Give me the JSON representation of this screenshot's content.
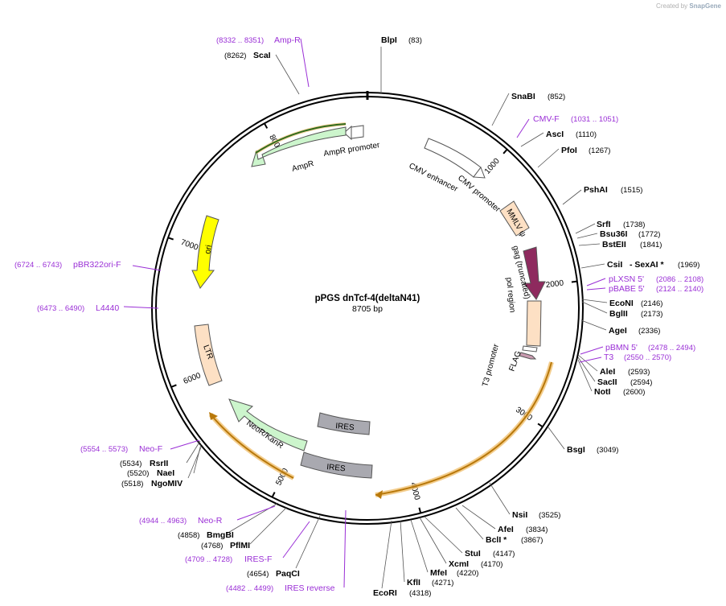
{
  "brand": {
    "prefix": "Created by",
    "name": "SnapGene"
  },
  "plasmid": {
    "name": "pPGS dnTcf-4(deltaN41)",
    "size_label": "8705 bp",
    "length": 8705
  },
  "ticks": [
    1000,
    2000,
    3000,
    4000,
    5000,
    6000,
    7000,
    8000
  ],
  "tick_labels": [
    "1000",
    "2000",
    "3000",
    "4000",
    "5000",
    "6000",
    "7000",
    "8000"
  ],
  "sites": [
    {
      "name": "BlpI",
      "pos": "(83)"
    },
    {
      "name": "SnaBI",
      "pos": "(852)"
    },
    {
      "name": "AscI",
      "pos": "(1110)"
    },
    {
      "name": "PfoI",
      "pos": "(1267)"
    },
    {
      "name": "PshAI",
      "pos": "(1515)"
    },
    {
      "name": "SrfI",
      "pos": "(1738)"
    },
    {
      "name": "Bsu36I",
      "pos": "(1772)"
    },
    {
      "name": "BstEII",
      "pos": "(1841)"
    },
    {
      "name": "CsiI",
      "pos": ""
    },
    {
      "name": "- SexAI *",
      "pos": "(1969)"
    },
    {
      "name": "EcoNI",
      "pos": "(2146)"
    },
    {
      "name": "BglII",
      "pos": "(2173)"
    },
    {
      "name": "AgeI",
      "pos": "(2336)"
    },
    {
      "name": "AleI",
      "pos": "(2593)"
    },
    {
      "name": "SacII",
      "pos": "(2594)"
    },
    {
      "name": "NotI",
      "pos": "(2600)"
    },
    {
      "name": "BsgI",
      "pos": "(3049)"
    },
    {
      "name": "NsiI",
      "pos": "(3525)"
    },
    {
      "name": "AfeI",
      "pos": "(3834)"
    },
    {
      "name": "BclI *",
      "pos": "(3867)"
    },
    {
      "name": "StuI",
      "pos": "(4147)"
    },
    {
      "name": "XcmI",
      "pos": "(4170)"
    },
    {
      "name": "MfeI",
      "pos": "(4220)"
    },
    {
      "name": "KflI",
      "pos": "(4271)"
    },
    {
      "name": "EcoRI",
      "pos": "(4318)"
    },
    {
      "name": "PaqCI",
      "pos": "(4654)"
    },
    {
      "name": "PflMI",
      "pos": "(4768)"
    },
    {
      "name": "BmgBI",
      "pos": "(4858)"
    },
    {
      "name": "NgoMIV",
      "pos": "(5518)"
    },
    {
      "name": "NaeI",
      "pos": "(5520)"
    },
    {
      "name": "RsrII",
      "pos": "(5534)"
    },
    {
      "name": "ScaI",
      "pos": "(8262)"
    }
  ],
  "primers": [
    {
      "name": "Amp-R",
      "pos": "(8332 .. 8351)"
    },
    {
      "name": "CMV-F",
      "pos": "(1031 .. 1051)"
    },
    {
      "name": "pLXSN 5'",
      "pos": "(2086 .. 2108)"
    },
    {
      "name": "pBABE 5'",
      "pos": "(2124 .. 2140)"
    },
    {
      "name": "pBMN 5'",
      "pos": "(2478 .. 2494)"
    },
    {
      "name": "T3",
      "pos": "(2550 .. 2570)"
    },
    {
      "name": "Neo-F",
      "pos": "(5554 .. 5573)"
    },
    {
      "name": "Neo-R",
      "pos": "(4944 .. 4963)"
    },
    {
      "name": "IRES-F",
      "pos": "(4709 .. 4728)"
    },
    {
      "name": "IRES reverse",
      "pos": "(4482 .. 4499)"
    },
    {
      "name": "pBR322ori-F",
      "pos": "(6724 .. 6743)"
    },
    {
      "name": "L4440",
      "pos": "(6473 .. 6490)"
    }
  ],
  "features": [
    {
      "name": "AmpR promoter",
      "color": "#ffffff"
    },
    {
      "name": "AmpR",
      "color": "#ccf5cc"
    },
    {
      "name": "CMV enhancer",
      "color": "#ffffff"
    },
    {
      "name": "CMV promoter",
      "color": "#ffffff"
    },
    {
      "name": "MMLV ψ",
      "color": "#fde0c4"
    },
    {
      "name": "gag (truncated)",
      "color": "#8e2a5e"
    },
    {
      "name": "pol region",
      "color": "#fde0c4"
    },
    {
      "name": "T3 promoter",
      "color": "#ffffff"
    },
    {
      "name": "FLAG",
      "color": "#c99bb0"
    },
    {
      "name": "ori",
      "color": "#ffff00"
    },
    {
      "name": "LTR",
      "color": "#fde0c4"
    },
    {
      "name": "NeoR/KanR",
      "color": "#ccf5cc"
    },
    {
      "name": "IRES",
      "color": "#a9a9b0"
    },
    {
      "name": "IRES",
      "color": "#a9a9b0"
    }
  ],
  "colors": {
    "primer": "#9a2fd6",
    "backbone": "#000000",
    "orf_highlight": "#f0c070"
  }
}
